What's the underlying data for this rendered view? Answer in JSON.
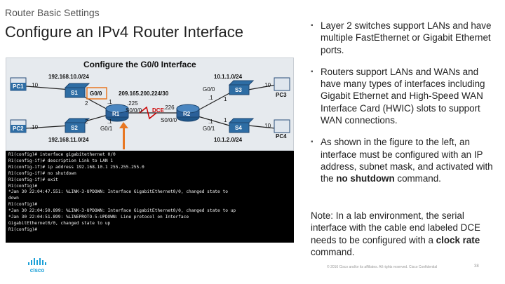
{
  "header": {
    "kicker": "Router Basic Settings",
    "title": "Configure an IPv4 Router Interface"
  },
  "figure": {
    "caption": "Configure the G0/0 Interface",
    "labels": {
      "net_tl": "192.168.10.0/24",
      "net_bl": "192.168.11.0/24",
      "net_tr": "10.1.1.0/24",
      "net_br": "10.1.2.0/24",
      "serial_net": "209.165.200.224/30",
      "pc1": "PC1",
      "pc2": "PC2",
      "pc3": "PC3",
      "pc4": "PC4",
      "s1": "S1",
      "s2": "S2",
      "s3": "S3",
      "s4": "S4",
      "r1": "R1",
      "r2": "R2",
      "pc1_ip": ".10",
      "pc2_ip": ".10",
      "pc3_ip": ".10",
      "pc4_ip": ".10",
      "g00_r1": "G0/0",
      "g01_r1": "G0/1",
      "r1_g00_ip": ".1",
      "r1_g01_ip": ".1",
      "s1_port": "2",
      "s2_port": "2",
      "r1_s000": "S0/0/0",
      "r1_s000_ip": ".225",
      "r2_s000": "S0/0/0",
      "r2_s000_ip": ".226",
      "dce": "DCE",
      "r2_g00": "G0/0",
      "r2_g01": "G0/1",
      "r2_g00_ip": ".1",
      "r2_g01_ip": ".1",
      "s3_port": "1",
      "s4_port": "1"
    },
    "terminal": [
      "R1(config)# interface gigabitethernet 0/0",
      "R1(config-if)# description Link to LAN 1",
      "R1(config-if)# ip address 192.168.10.1 255.255.255.0",
      "R1(config-if)# no shutdown",
      "R1(config-if)# exit",
      "R1(config)#",
      "*Jan 30 22:04:47.551: %LINK-3-UPDOWN: Interface GigabitEthernet0/0, changed state to",
      "down",
      "R1(config)#",
      "*Jan 30 22:04:50.899: %LINK-3-UPDOWN: Interface GigabitEthernet0/0, changed state to up",
      "*Jan 30 22:04:51.899: %LINEPROTO-5-UPDOWN: Line protocol on Interface",
      "GigabitEthernet0/0, changed state to up",
      "R1(config)#"
    ]
  },
  "bullets": [
    {
      "text": "Layer 2 switches support LANs and have multiple FastEthernet or Gigabit Ethernet ports."
    },
    {
      "text": "Routers support LANs and WANs and have many types of interfaces including Gigabit Ethernet and High-Speed WAN Interface Card (HWIC) slots to support WAN connections."
    },
    {
      "pre": "As shown in the figure to the left, an interface must be configured with an IP address, subnet mask, and activated with the ",
      "bold": "no shutdown",
      "post": " command."
    }
  ],
  "note": {
    "pre": "Note: In a lab environment, the serial interface with the cable end labeled DCE needs to be configured with a ",
    "bold": "clock rate",
    "post": " command."
  },
  "footer": {
    "copyright": "© 2016  Cisco and/or its affiliates. All rights reserved.   Cisco Confidential",
    "page": "38",
    "logo_text": "cisco"
  },
  "colors": {
    "accent": "#e87722",
    "switch": "#2e6da4",
    "router": "#2a6099",
    "bullet_text": "#222222"
  }
}
